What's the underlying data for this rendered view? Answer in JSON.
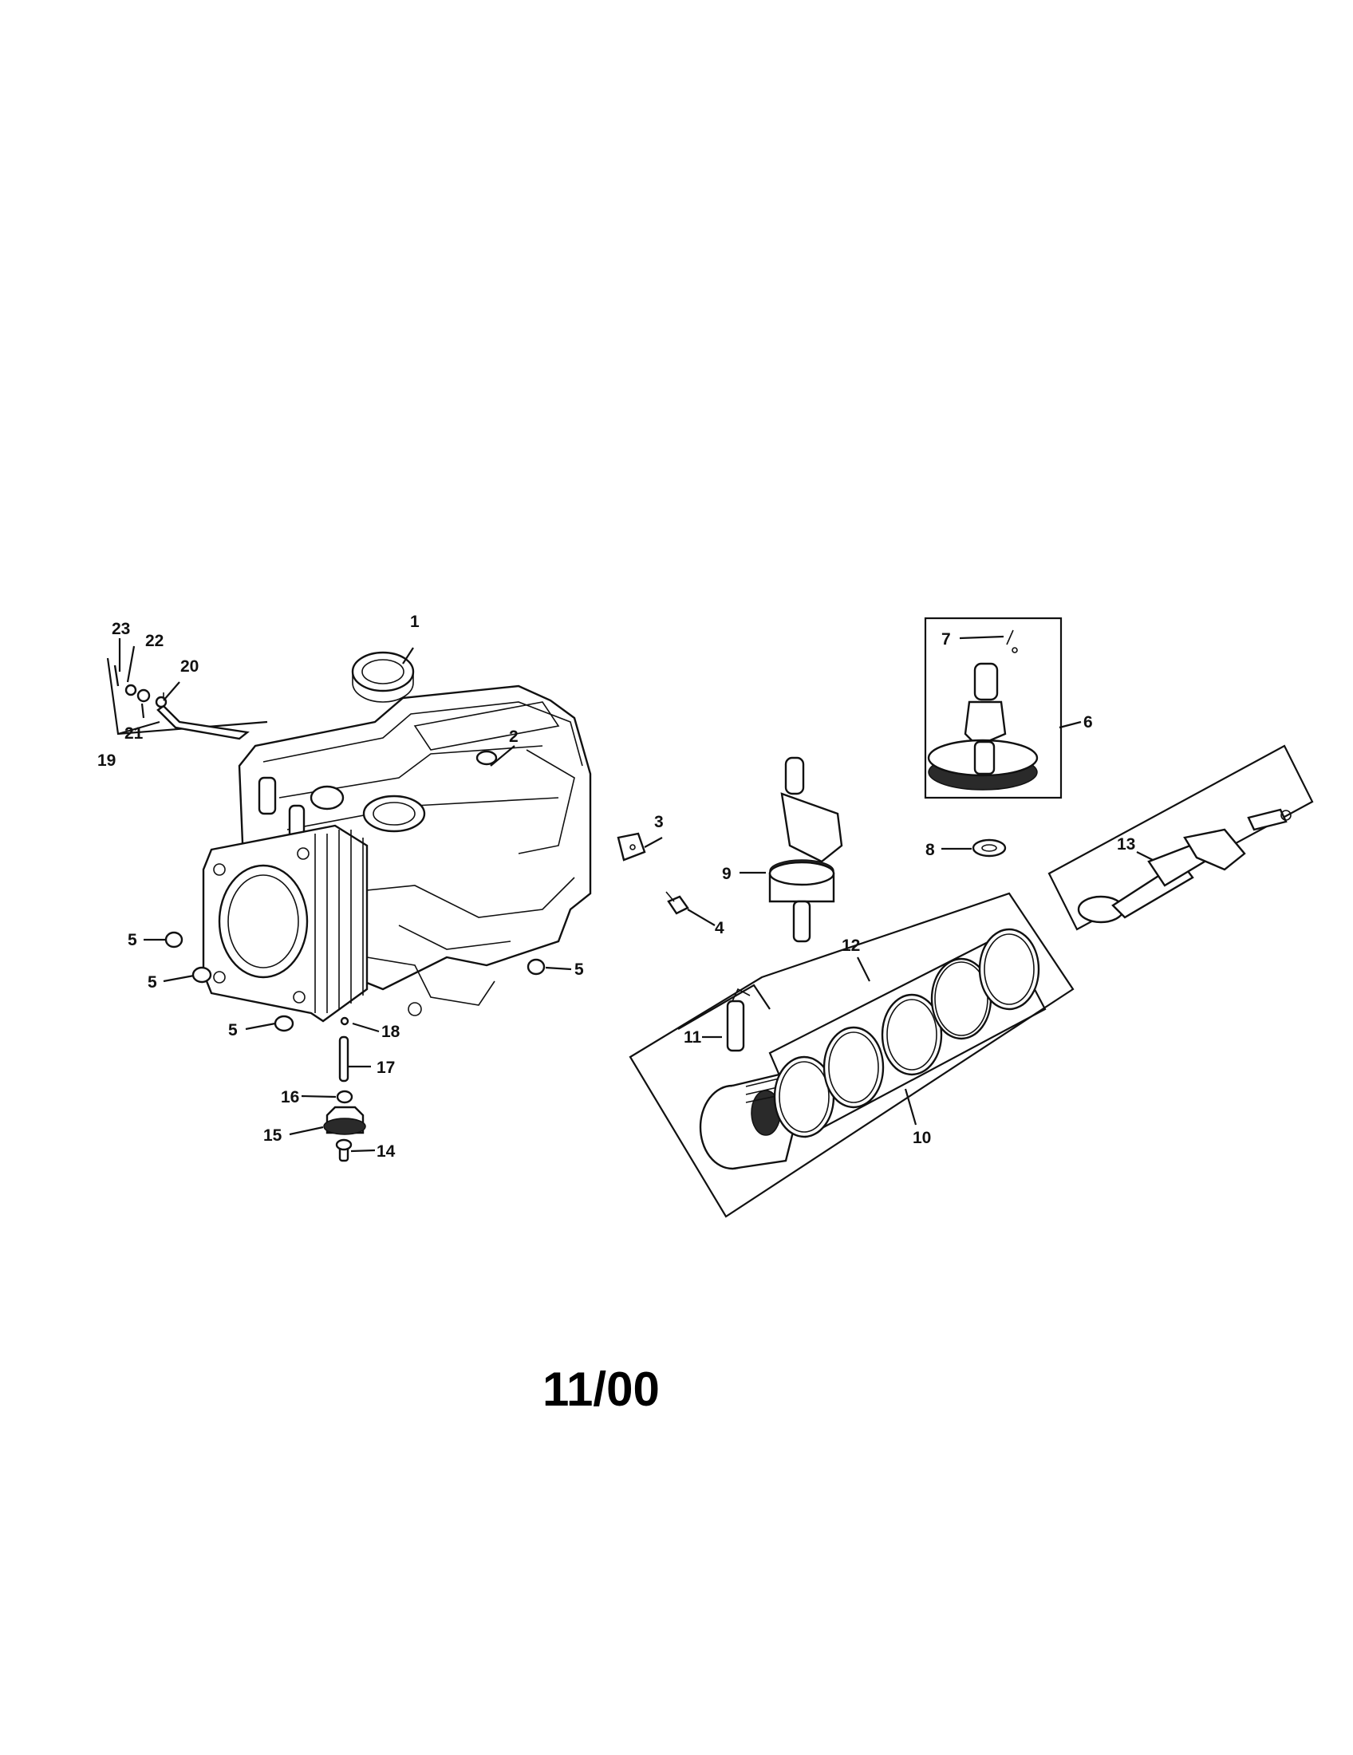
{
  "diagram": {
    "footer_label": "11/00",
    "callouts": [
      "1",
      "2",
      "3",
      "4",
      "5",
      "5",
      "5",
      "5",
      "6",
      "7",
      "8",
      "9",
      "10",
      "11",
      "12",
      "13",
      "14",
      "15",
      "16",
      "17",
      "18",
      "19",
      "20",
      "21",
      "22",
      "23"
    ]
  }
}
